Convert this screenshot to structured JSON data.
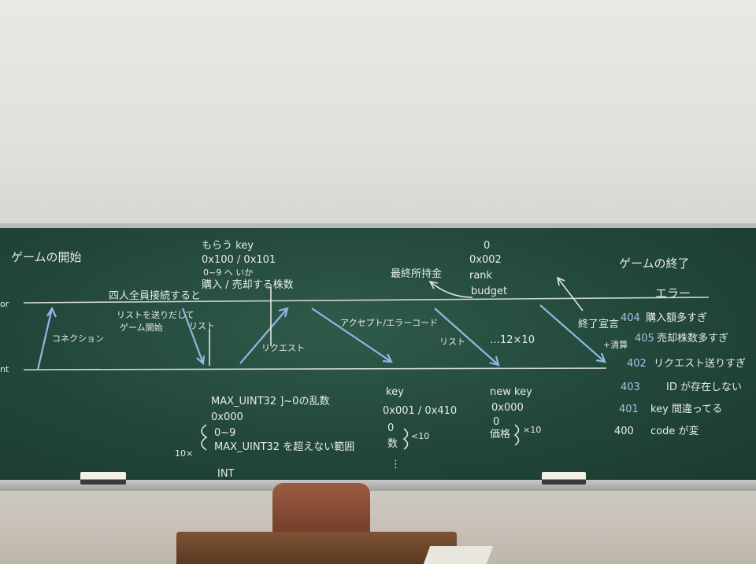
{
  "scene": {
    "left_title": "ゲームの開始",
    "right_title": "ゲームの終了",
    "error_label": "エラー",
    "axis_top": "or",
    "axis_bottom": "nt"
  },
  "notes": {
    "key_block": [
      "もらう key",
      "0x100 / 0x101",
      "0~9 へ いか",
      "購入 / 売却する株数"
    ],
    "final": [
      "0",
      "最終所持金",
      "0x002",
      "rank",
      "budget"
    ],
    "four_connect": "四人全員接続すると",
    "list_send": [
      "リストを送りだして",
      "ゲーム開始"
    ],
    "connection": "コネクション",
    "list1": "リスト",
    "request": "リクエスト",
    "accept": "アクセプト/エラーコード",
    "list2": "リスト",
    "repeat": "…12×10",
    "end_decl": [
      "終了宣言",
      "+清算"
    ],
    "bottom_left": [
      "MAX_UINT32 ]~0の乱数",
      "0x000",
      "0~9",
      "MAX_UINT32 を超えない範囲",
      "INT"
    ],
    "mult_left": "10×",
    "bottom_mid": [
      "key",
      "0x001 / 0x410",
      "0",
      "数"
    ],
    "mid_note": "<10",
    "bottom_right": [
      "new key",
      "0x000",
      "0",
      "価格"
    ],
    "right_note": "×10"
  },
  "errors": [
    {
      "code": "404",
      "text": "購入額多すぎ"
    },
    {
      "code": "405",
      "text": "売却株数多すぎ"
    },
    {
      "code": "402",
      "text": "リクエスト送りすぎ"
    },
    {
      "code": "403",
      "text": "ID が存在しない"
    },
    {
      "code": "401",
      "text": "key 間違ってる"
    },
    {
      "code": "400",
      "text": "code が変"
    }
  ]
}
